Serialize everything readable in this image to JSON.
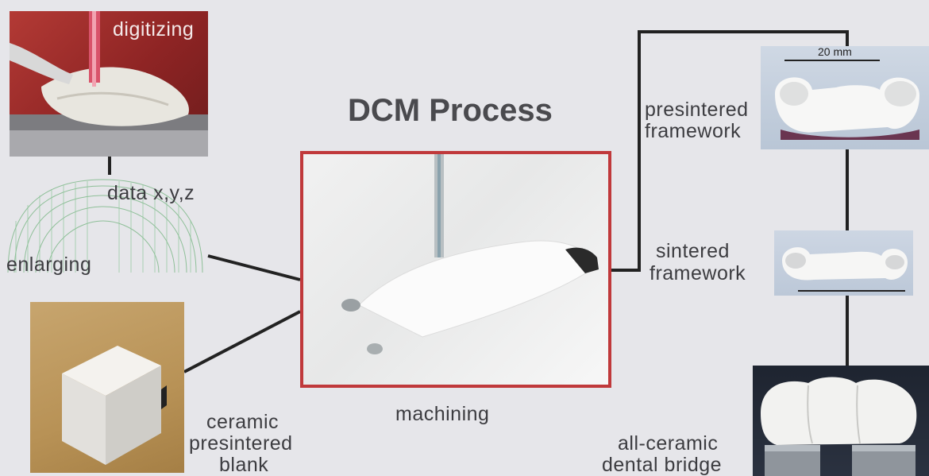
{
  "title": "DCM Process",
  "labels": {
    "digitizing": "digitizing",
    "data": "data x,y,z",
    "enlarging": "enlarging",
    "blank_l1": "ceramic",
    "blank_l2": "presintered",
    "blank_l3": "blank",
    "machining": "machining",
    "presintered_l1": "presintered",
    "presintered_l2": "framework",
    "sintered_l1": "sintered",
    "sintered_l2": "framework",
    "bridge_l1": "all-ceramic",
    "bridge_l2": "dental bridge",
    "scale": "20 mm"
  },
  "colors": {
    "machining_border": "#c0393b",
    "digitizing_bg": "#9a2b2b",
    "connector": "#222222"
  }
}
